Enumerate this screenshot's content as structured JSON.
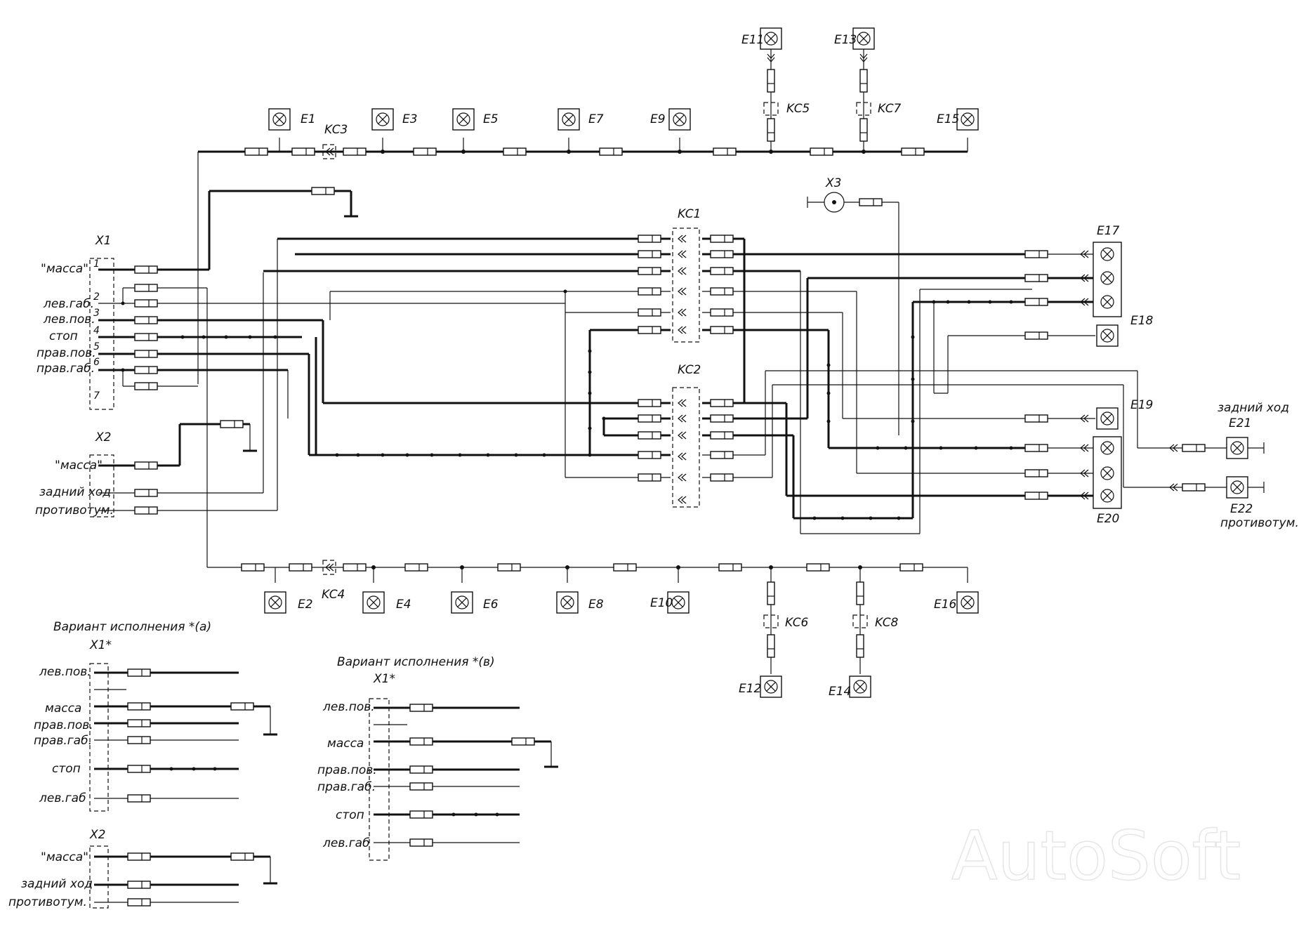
{
  "labels": {
    "x1": "X1",
    "x2": "X2",
    "x3": "X3",
    "kc1": "KC1",
    "kc2": "KC2",
    "kc3": "KC3",
    "kc4": "KC4",
    "kc5": "KC5",
    "kc6": "KC6",
    "kc7": "KC7",
    "kc8": "KC8",
    "variant_a": "Вариант исполнения *(а)",
    "variant_b": "Вариант исполнения *(в)",
    "x1_star": "X1*",
    "zadniy_hod": "задний ход",
    "protivotum": "противотум."
  },
  "x1_pins": [
    "\"масса\"",
    "лев.габ.",
    "лев.пов.",
    "стоп",
    "прав.пов.",
    "прав.габ."
  ],
  "x2_pins": [
    "\"масса\"",
    "задний ход",
    "противотум."
  ],
  "lamps_top": [
    "E1",
    "E3",
    "E5",
    "E7",
    "E9",
    "E15"
  ],
  "lamps_top_branch": [
    "E11",
    "E13"
  ],
  "lamps_bottom": [
    "E2",
    "E4",
    "E6",
    "E8",
    "E10",
    "E16"
  ],
  "lamps_bottom_branch": [
    "E12",
    "E14"
  ],
  "lamps_right": [
    "E17",
    "E18",
    "E19",
    "E20",
    "E21",
    "E22"
  ],
  "variant_a_x1_pins": [
    "лев.пов.",
    "масса",
    "прав.пов.",
    "прав.габ.",
    "стоп",
    "лев.габ"
  ],
  "variant_a_x2_pins": [
    "\"масса\"",
    "задний ход",
    "противотум."
  ],
  "variant_b_x1_pins": [
    "лев.пов.",
    "масса",
    "прав.пов.",
    "прав.габ.",
    "стоп",
    "лев.габ"
  ],
  "watermark": "AutoSoft"
}
